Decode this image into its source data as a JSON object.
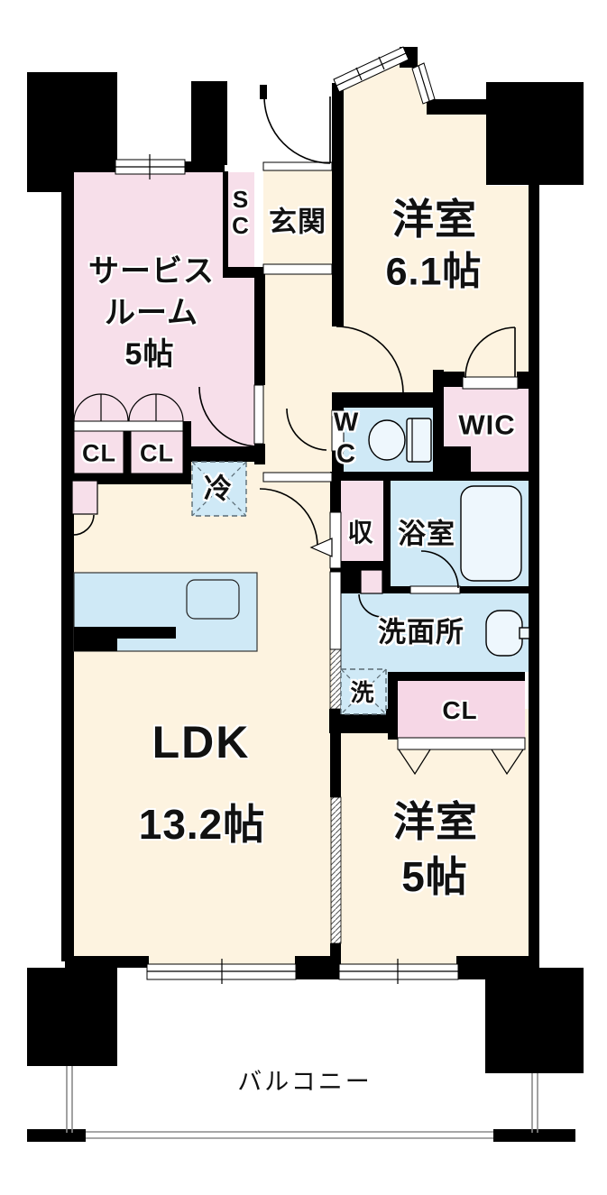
{
  "document_type": "apartment-floor-plan",
  "colors": {
    "room_cream": "#fdf3e0",
    "room_pink": "#f7dfea",
    "room_pink_strong": "#f6d7e6",
    "wet_blue": "#cfe9f6",
    "wall_black": "#000000",
    "line_gray": "#8a8a8a"
  },
  "labels": {
    "service_room_line1": "サービス",
    "service_room_line2": "ルーム",
    "service_room_line3": "5帖",
    "shoe_closet_s": "S",
    "shoe_closet_c": "C",
    "entrance": "玄関",
    "west_room_61_line1": "洋室",
    "west_room_61_line2": "6.1帖",
    "toilet_w": "W",
    "toilet_c": "C",
    "walk_in_closet": "WIC",
    "storage": "収",
    "bathroom": "浴室",
    "refrigerator": "冷",
    "closet_1": "CL",
    "closet_2": "CL",
    "washroom": "洗面所",
    "washer": "洗",
    "closet_3": "CL",
    "ldk_line1": "LDK",
    "ldk_line2": "13.2帖",
    "west_room_5_line1": "洋室",
    "west_room_5_line2": "5帖",
    "balcony": "バルコニー"
  }
}
